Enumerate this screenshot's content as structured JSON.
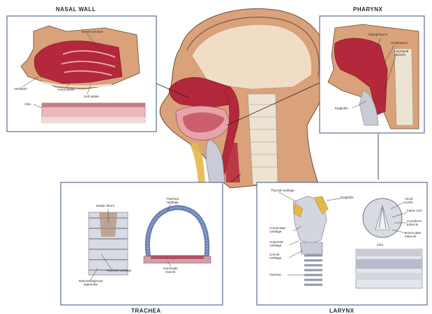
{
  "panels": {
    "nasal_wall": {
      "title": "NASAL WALL",
      "labels": {
        "nasal_conchae": "Nasal conchae",
        "vestibule": "Vestibule",
        "hard_palate": "Hard palate",
        "soft_palate": "Soft palate",
        "cilia": "Cilia"
      }
    },
    "pharynx": {
      "title": "PHARYNX",
      "labels": {
        "nasopharynx": "Nasopharynx",
        "oropharynx": "Oropharynx",
        "laryngeal_pharynx": "Laryngeal pharynx",
        "epiglottis": "Epiglottis"
      }
    },
    "trachea": {
      "title": "TRACHEA",
      "labels": {
        "elastic_fibers": "Elastic fibers",
        "tracheal_cartilage_ring": "Tracheal cartilage",
        "tracheal_cartilage": "Tracheal cartilage",
        "intercartilaginous_ligaments": "Intercartilaginous ligaments",
        "trachealis_muscle": "Trachealis muscle"
      }
    },
    "larynx": {
      "title": "LARYNX",
      "labels": {
        "thyroid_cartilage": "Thyroid cartilage",
        "epiglottis": "Epiglottis",
        "corniculate_cartilage": "Corniculate cartilage",
        "arytenoid_cartilage": "Arytenoid cartilage",
        "cricoid_cartilage": "Cricoid cartilage",
        "trachea": "Trachea",
        "vocal_cords": "Vocal cords",
        "false_cord": "False cord",
        "cuneiform_tubercle": "Cuneiform tubercle",
        "corniculate_tubercle": "Corniculate tubercle",
        "cilia": "Cilia"
      }
    }
  },
  "colors": {
    "panel_border": "#5a6f9a",
    "skin": "#d9a27a",
    "skin_outline": "#6b4a38",
    "mucosa": "#b3283b",
    "mucosa_light": "#e8a3a8",
    "bone": "#ece3d3",
    "cartilage": "#c9ccd6",
    "yellow": "#e2b84a"
  }
}
